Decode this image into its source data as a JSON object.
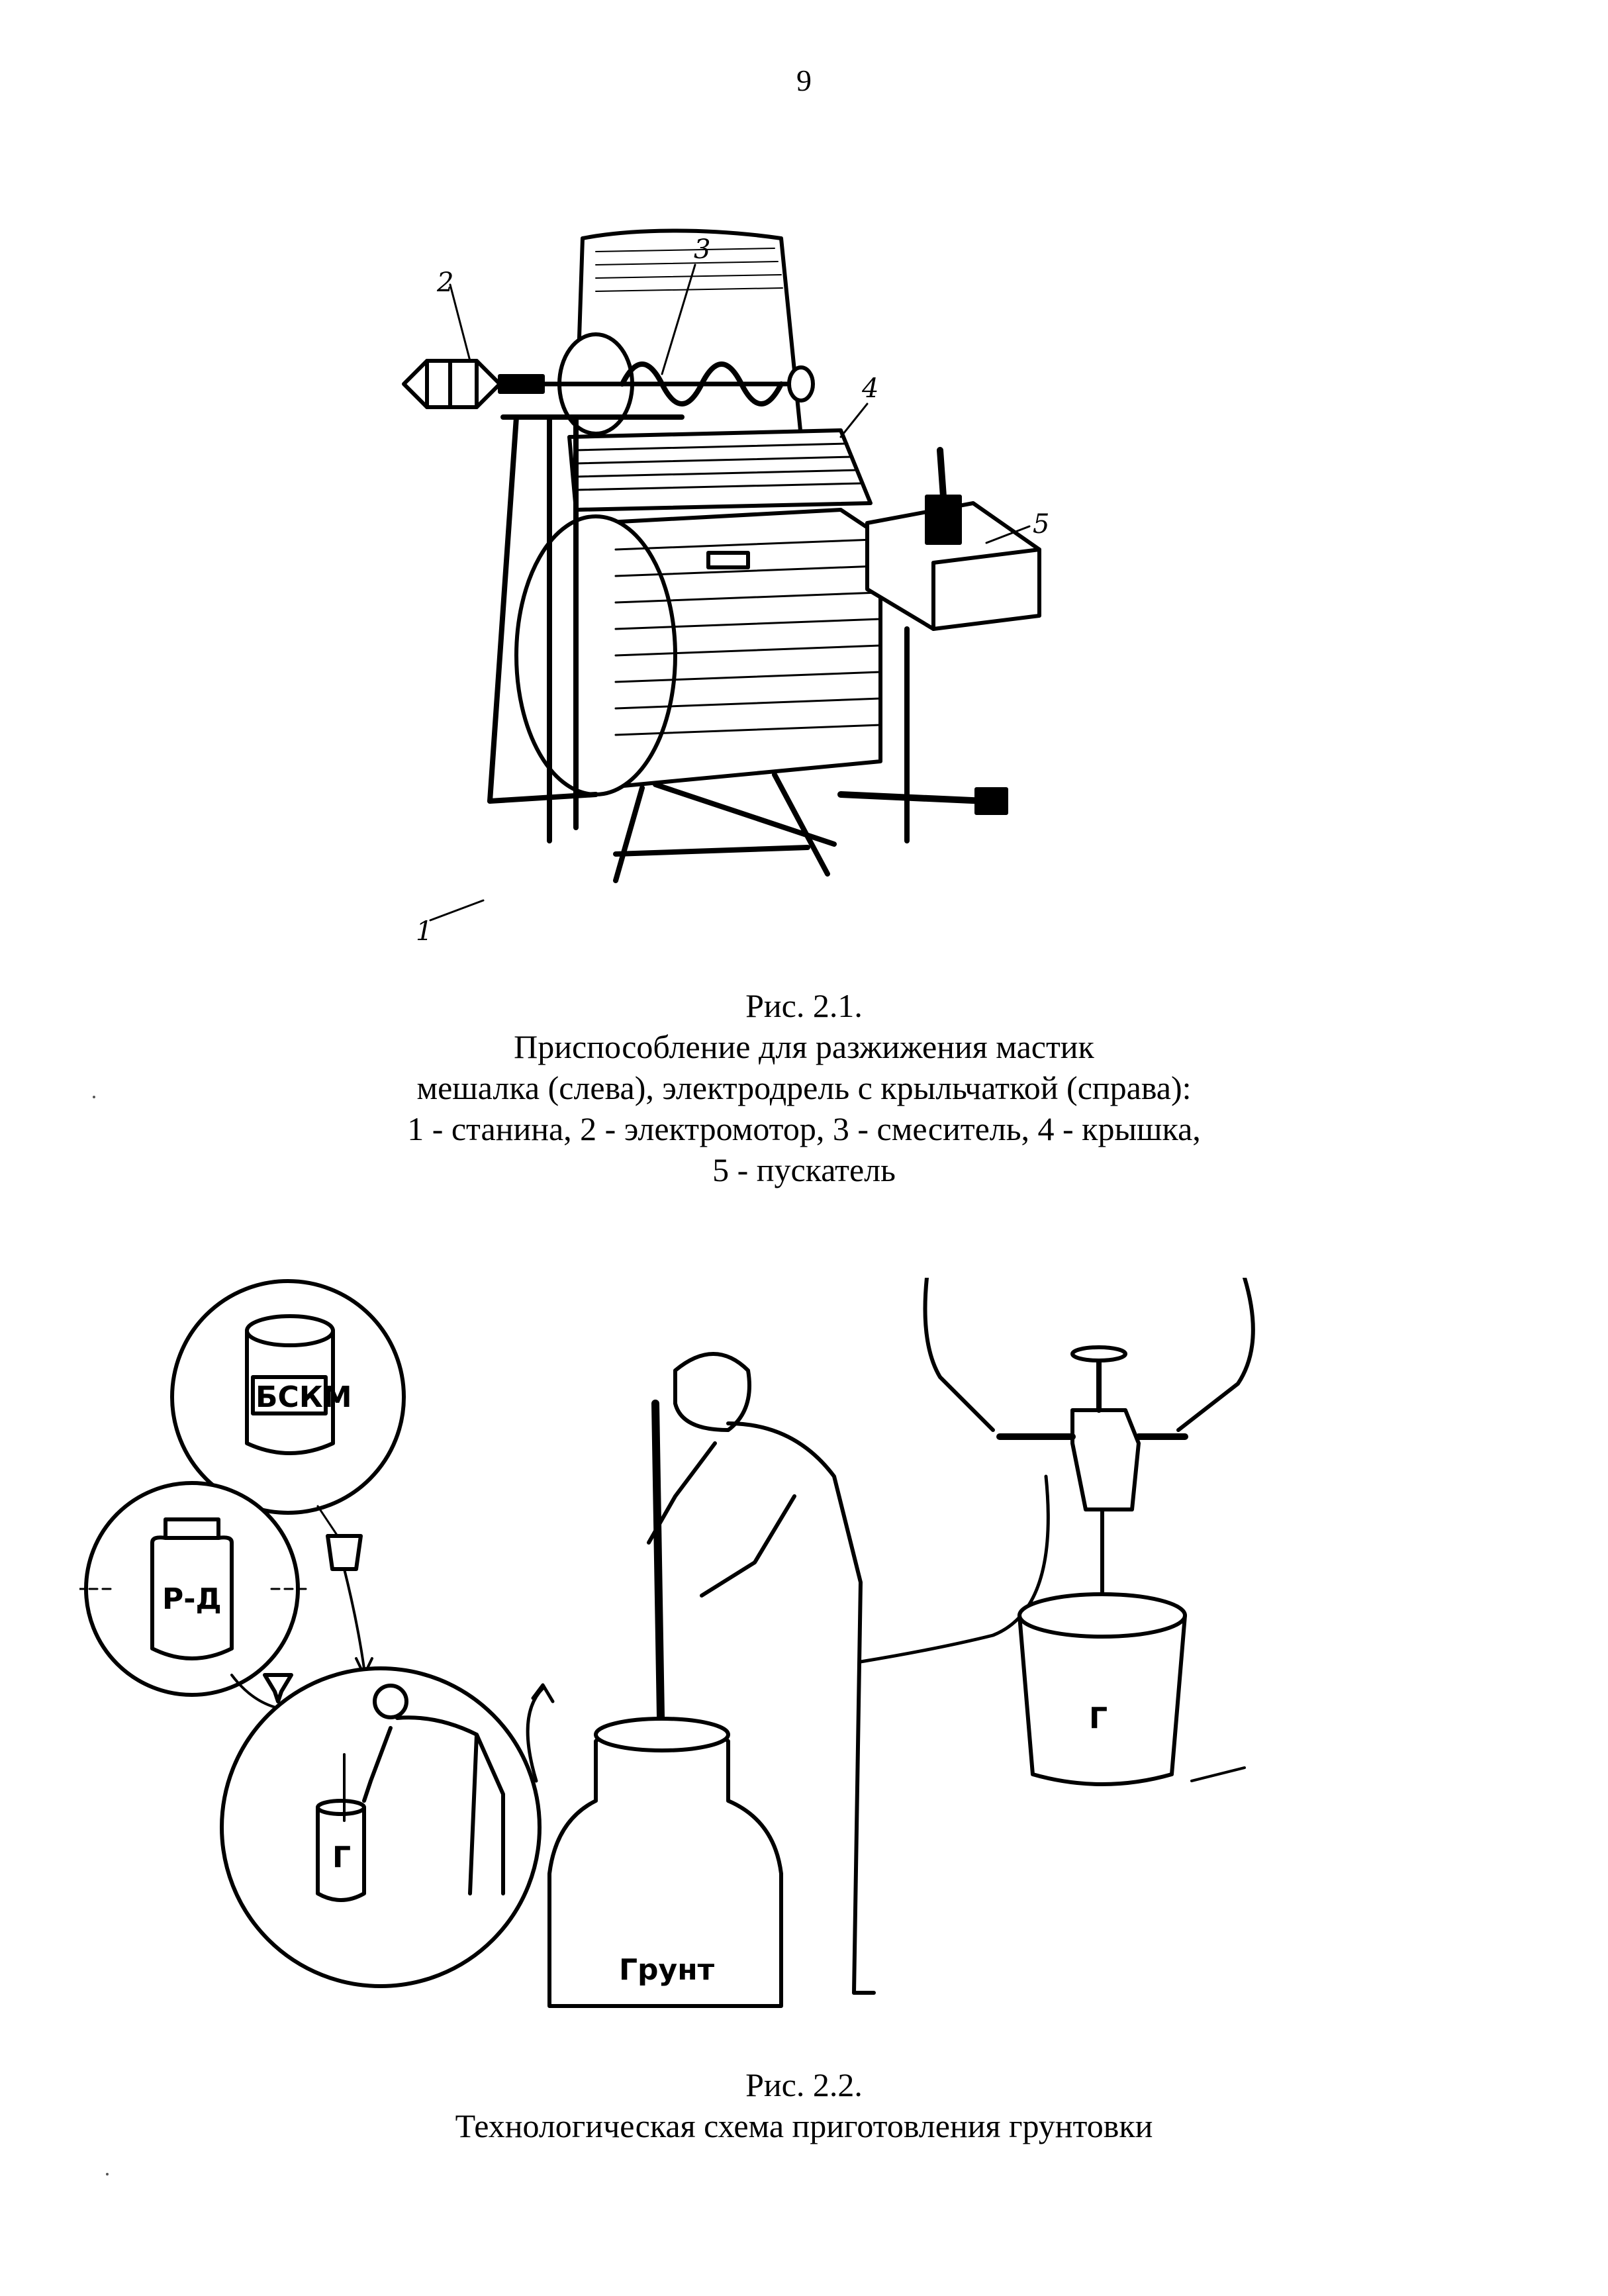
{
  "page": {
    "number": "9"
  },
  "figure1": {
    "callouts": [
      "1",
      "2",
      "3",
      "4",
      "5"
    ],
    "caption": [
      "Рис. 2.1.",
      "Приспособление для разжижения мастик",
      "мешалка (слева), электродрель с крыльчаткой (справа):",
      "1 - станина, 2 - электромотор, 3 - смеситель, 4 - крышка,",
      "5 - пускатель"
    ]
  },
  "figure2": {
    "labels": {
      "can_bskm": "БСКМ",
      "jar_rd": "Р-Д",
      "bucket_small": "Г",
      "milk_can": "Грунт",
      "bucket_right": "Г"
    },
    "caption": [
      "Рис. 2.2.",
      "Технологическая схема приготовления грунтовки"
    ]
  }
}
